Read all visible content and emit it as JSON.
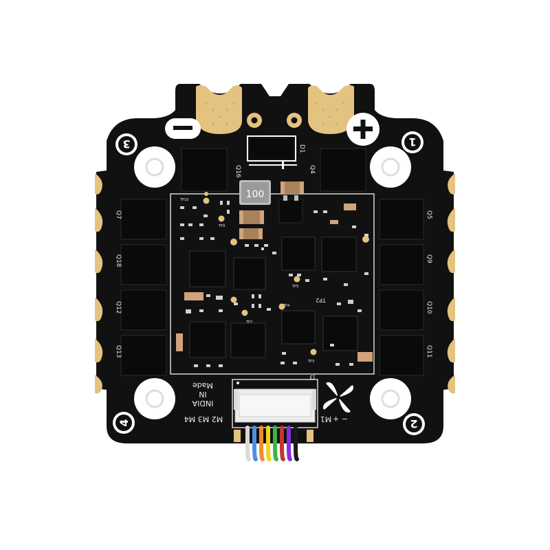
{
  "board": {
    "colors": {
      "pcb": "#111111",
      "gold": "#e4c27f",
      "silkscreen": "#e9e9e9",
      "chip": "#0a0a0a",
      "capacitor": "#cfa47c",
      "hole": "#ffffff"
    },
    "silkscreen": {
      "minus_symbol": "—",
      "plus_symbol": "+",
      "corner_labels": [
        "3",
        "1",
        "4",
        "2"
      ],
      "diode": "D1",
      "mosfets": [
        "Q16",
        "Q4",
        "Q7",
        "Q5",
        "Q18",
        "Q9",
        "Q12",
        "Q10",
        "Q13",
        "Q11"
      ],
      "inductor_value": "100",
      "test_points": [
        "TP10",
        "TP9",
        "TP5",
        "TP7",
        "TP4",
        "TP2",
        "TP3"
      ],
      "made_in": [
        "Made",
        "IN",
        "INDIA"
      ],
      "connector": "J3",
      "motor_labels_left": "M2  M3  M4",
      "motor_labels_right": "M1",
      "power_labels": "−  +"
    },
    "wires": {
      "colors": [
        "#d9d9d9",
        "#4d8fe0",
        "#f28c28",
        "#f2d21e",
        "#3db34a",
        "#c0392b",
        "#8a2be2",
        "#1a1a1a"
      ]
    },
    "logo_icon": "propeller-logo-icon"
  }
}
